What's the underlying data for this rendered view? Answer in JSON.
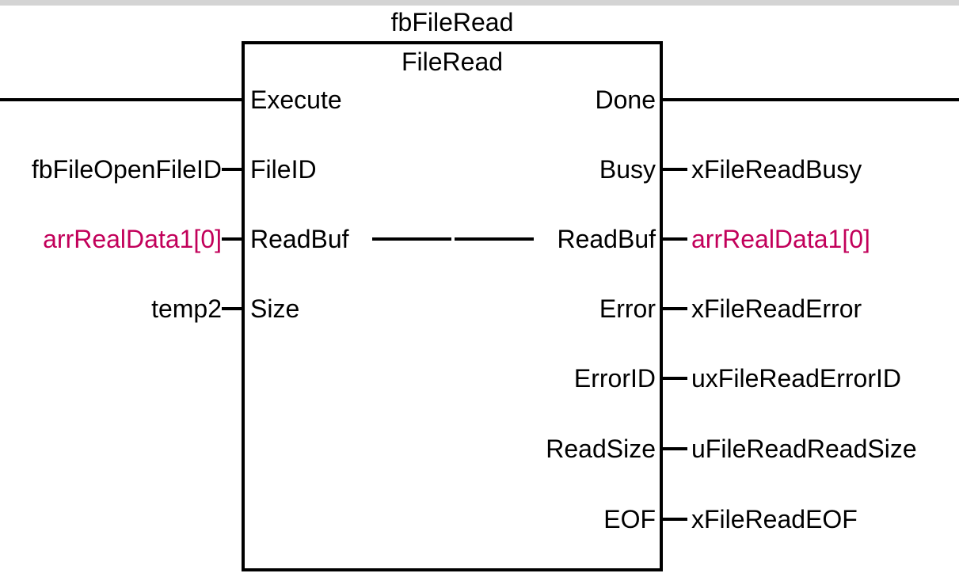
{
  "diagram": {
    "kind": "function-block",
    "instance_name": "fbFileRead",
    "type_name": "FileRead",
    "accent_color": "#c2005a",
    "line_color": "#000000",
    "background_color": "#ffffff",
    "top_strip_color": "#d4d4d4"
  },
  "inputs": [
    {
      "pin": "Execute",
      "variable": "",
      "highlight": false,
      "connection": "rail",
      "row": 0
    },
    {
      "pin": "FileID",
      "variable": "fbFileOpenFileID",
      "highlight": false,
      "connection": "stub",
      "row": 1
    },
    {
      "pin": "ReadBuf",
      "variable": "arrRealData1[0]",
      "highlight": true,
      "connection": "stub",
      "row": 2
    },
    {
      "pin": "Size",
      "variable": "temp2",
      "highlight": false,
      "connection": "stub",
      "row": 3
    }
  ],
  "outputs": [
    {
      "pin": "Done",
      "variable": "",
      "highlight": false,
      "connection": "rail",
      "row": 0
    },
    {
      "pin": "Busy",
      "variable": "xFileReadBusy",
      "highlight": false,
      "connection": "stub",
      "row": 1
    },
    {
      "pin": "ReadBuf",
      "variable": "arrRealData1[0]",
      "highlight": true,
      "connection": "stub",
      "row": 2
    },
    {
      "pin": "Error",
      "variable": "xFileReadError",
      "highlight": false,
      "connection": "stub",
      "row": 3
    },
    {
      "pin": "ErrorID",
      "variable": "uxFileReadErrorID",
      "highlight": false,
      "connection": "stub",
      "row": 4
    },
    {
      "pin": "ReadSize",
      "variable": "uFileReadReadSize",
      "highlight": false,
      "connection": "stub",
      "row": 5
    },
    {
      "pin": "EOF",
      "variable": "xFileReadEOF",
      "highlight": false,
      "connection": "stub",
      "row": 6
    }
  ]
}
